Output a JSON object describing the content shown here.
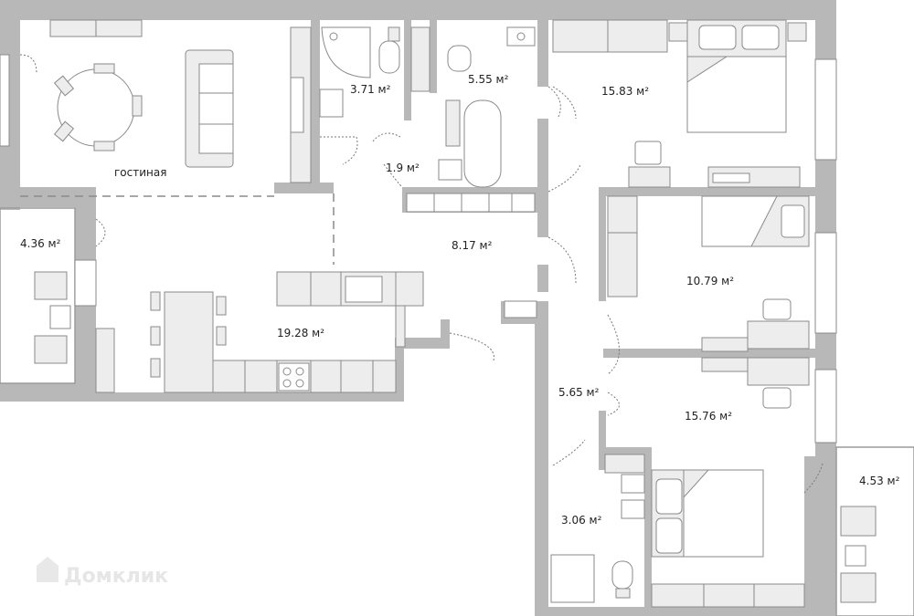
{
  "rooms": {
    "living_room": "гостиная",
    "living_room_area": "",
    "balcony_left": "4.36 м²",
    "wc_left": "3.71 м²",
    "bath": "5.55 м²",
    "corridor_small": "1.9 м²",
    "bedroom_top": "15.83 м²",
    "hall": "8.17 м²",
    "kitchen": "19.28 м²",
    "room_middle": "10.79 м²",
    "corridor_right": "5.65 м²",
    "bedroom_bottom": "15.76 м²",
    "wc_right": "3.06 м²",
    "balcony_right": "4.53 м²"
  },
  "watermark": "Домклик",
  "colors": {
    "wall": "#b8b8b8",
    "furniture": "#ededed",
    "lines": "#8a8a8a"
  }
}
